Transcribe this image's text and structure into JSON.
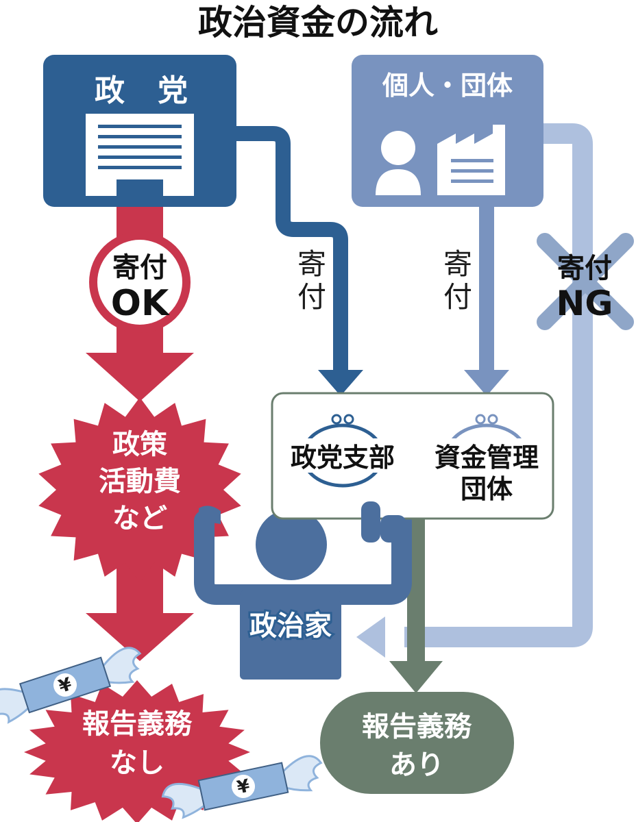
{
  "title": "政治資金の流れ",
  "party": {
    "label_1": "政",
    "label_2": "党"
  },
  "individuals": {
    "label": "個人・団体"
  },
  "donation_ok": {
    "line_1": "寄付",
    "line_2": "OK"
  },
  "donation_a": {
    "line_1": "寄",
    "line_2": "付"
  },
  "donation_b": {
    "line_1": "寄",
    "line_2": "付"
  },
  "donation_ng": {
    "line_1": "寄付",
    "line_2": "NG"
  },
  "policy_funds": {
    "line_1": "政策",
    "line_2": "活動費",
    "line_3": "など"
  },
  "branch": {
    "label": "政党支部"
  },
  "fund_group": {
    "line_1": "資金管理",
    "line_2": "団体"
  },
  "politician": {
    "label": "政治家"
  },
  "report_none": {
    "line_1": "報告義務",
    "line_2": "なし"
  },
  "report_yes": {
    "line_1": "報告義務",
    "line_2": "あり"
  },
  "yen_symbol": "¥",
  "icons": {
    "party_building": "document-building-icon",
    "person": "person-icon",
    "factory": "factory-icon",
    "wallet": "coin-purse-icon",
    "money": "winged-banknote-icon",
    "cross": "cross-x-icon"
  },
  "colors": {
    "party_blue": "#2d5f92",
    "individual_blue": "#7993bf",
    "light_blue_line": "#aec0de",
    "red": "#c9364d",
    "green": "#6a7e6e",
    "politician_blue": "#4c6f9e",
    "note_blue": "#8fb3dc"
  }
}
